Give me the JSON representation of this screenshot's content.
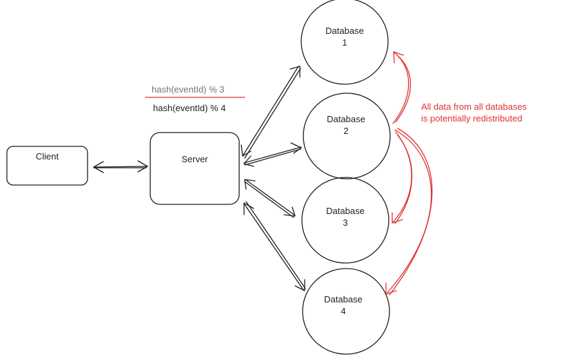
{
  "client": {
    "label": "Client"
  },
  "server": {
    "label": "Server"
  },
  "hash": {
    "old": "hash(eventId) % 3",
    "new": "hash(eventId) % 4"
  },
  "databases": [
    {
      "line1": "Database",
      "line2": "1"
    },
    {
      "line1": "Database",
      "line2": "2"
    },
    {
      "line1": "Database",
      "line2": "3"
    },
    {
      "line1": "Database",
      "line2": "4"
    }
  ],
  "annotation": {
    "line1": "All data from all databases",
    "line2": "is potentially redistributed"
  },
  "colors": {
    "stroke": "#1e1e1e",
    "accent": "#e03131",
    "muted": "#6c7480"
  }
}
